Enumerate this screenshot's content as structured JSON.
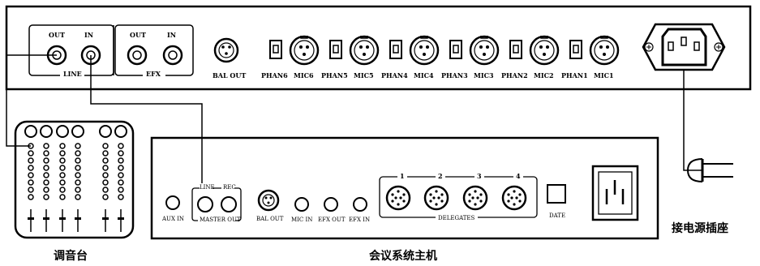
{
  "rack_panel": {
    "line_group_label": "LINE",
    "line_out_label": "OUT",
    "line_in_label": "IN",
    "efx_group_label": "EFX",
    "efx_out_label": "OUT",
    "efx_in_label": "IN",
    "bal_out_label": "BAL OUT",
    "channels": [
      {
        "phantom": "PHAN6",
        "mic": "MIC6"
      },
      {
        "phantom": "PHAN5",
        "mic": "MIC5"
      },
      {
        "phantom": "PHAN4",
        "mic": "MIC4"
      },
      {
        "phantom": "PHAN3",
        "mic": "MIC3"
      },
      {
        "phantom": "PHAN2",
        "mic": "MIC2"
      },
      {
        "phantom": "PHAN1",
        "mic": "MIC1"
      }
    ]
  },
  "host_unit": {
    "title": "会议系统主机",
    "aux_in": "AUX IN",
    "master_out": "MASTER OUT",
    "line": "LINE",
    "rec": "REC",
    "bal_out": "BAL OUT",
    "mic_in": "MIC IN",
    "efx_out": "EFX OUT",
    "efx_in": "EFX IN",
    "delegates_label": "DELEGATES",
    "delegate_numbers": [
      "1",
      "2",
      "3",
      "4"
    ],
    "data": "DATE"
  },
  "mixer_title": "调音台",
  "power_label": "接电源插座"
}
